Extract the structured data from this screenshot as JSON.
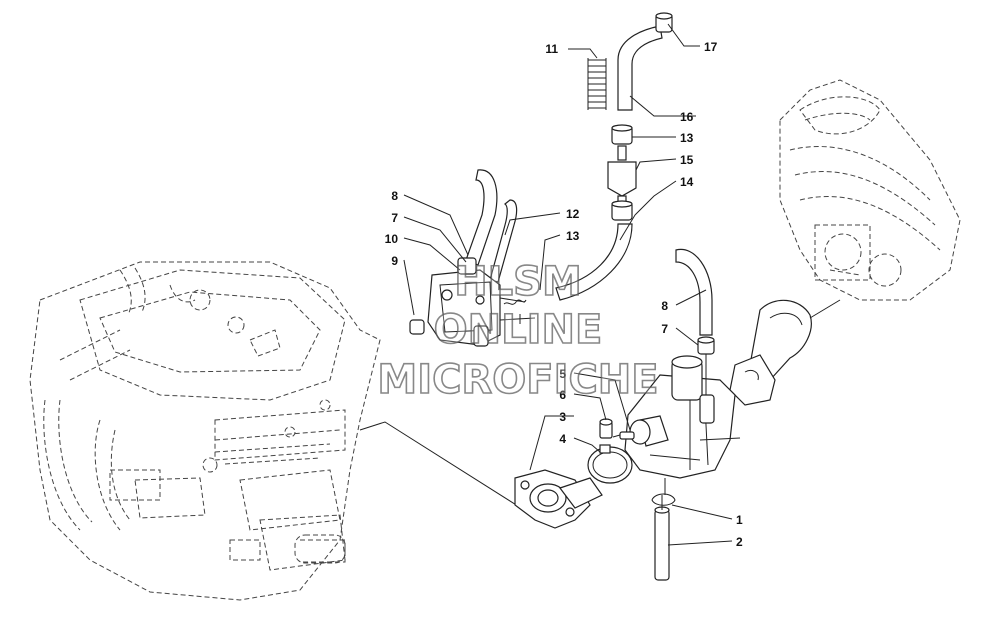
{
  "callouts": [
    {
      "label": "11"
    },
    {
      "label": "17"
    },
    {
      "label": "16"
    },
    {
      "label": "13"
    },
    {
      "label": "15"
    },
    {
      "label": "14"
    },
    {
      "label": "8"
    },
    {
      "label": "7"
    },
    {
      "label": "12"
    },
    {
      "label": "13"
    },
    {
      "label": "10"
    },
    {
      "label": "9"
    },
    {
      "label": "8"
    },
    {
      "label": "7"
    },
    {
      "label": "5"
    },
    {
      "label": "6"
    },
    {
      "label": "3"
    },
    {
      "label": "4"
    },
    {
      "label": "1"
    },
    {
      "label": "2"
    }
  ],
  "watermark": {
    "line1": "HLSM",
    "line2": "ONLINE",
    "line3": "MICROFICHE"
  }
}
